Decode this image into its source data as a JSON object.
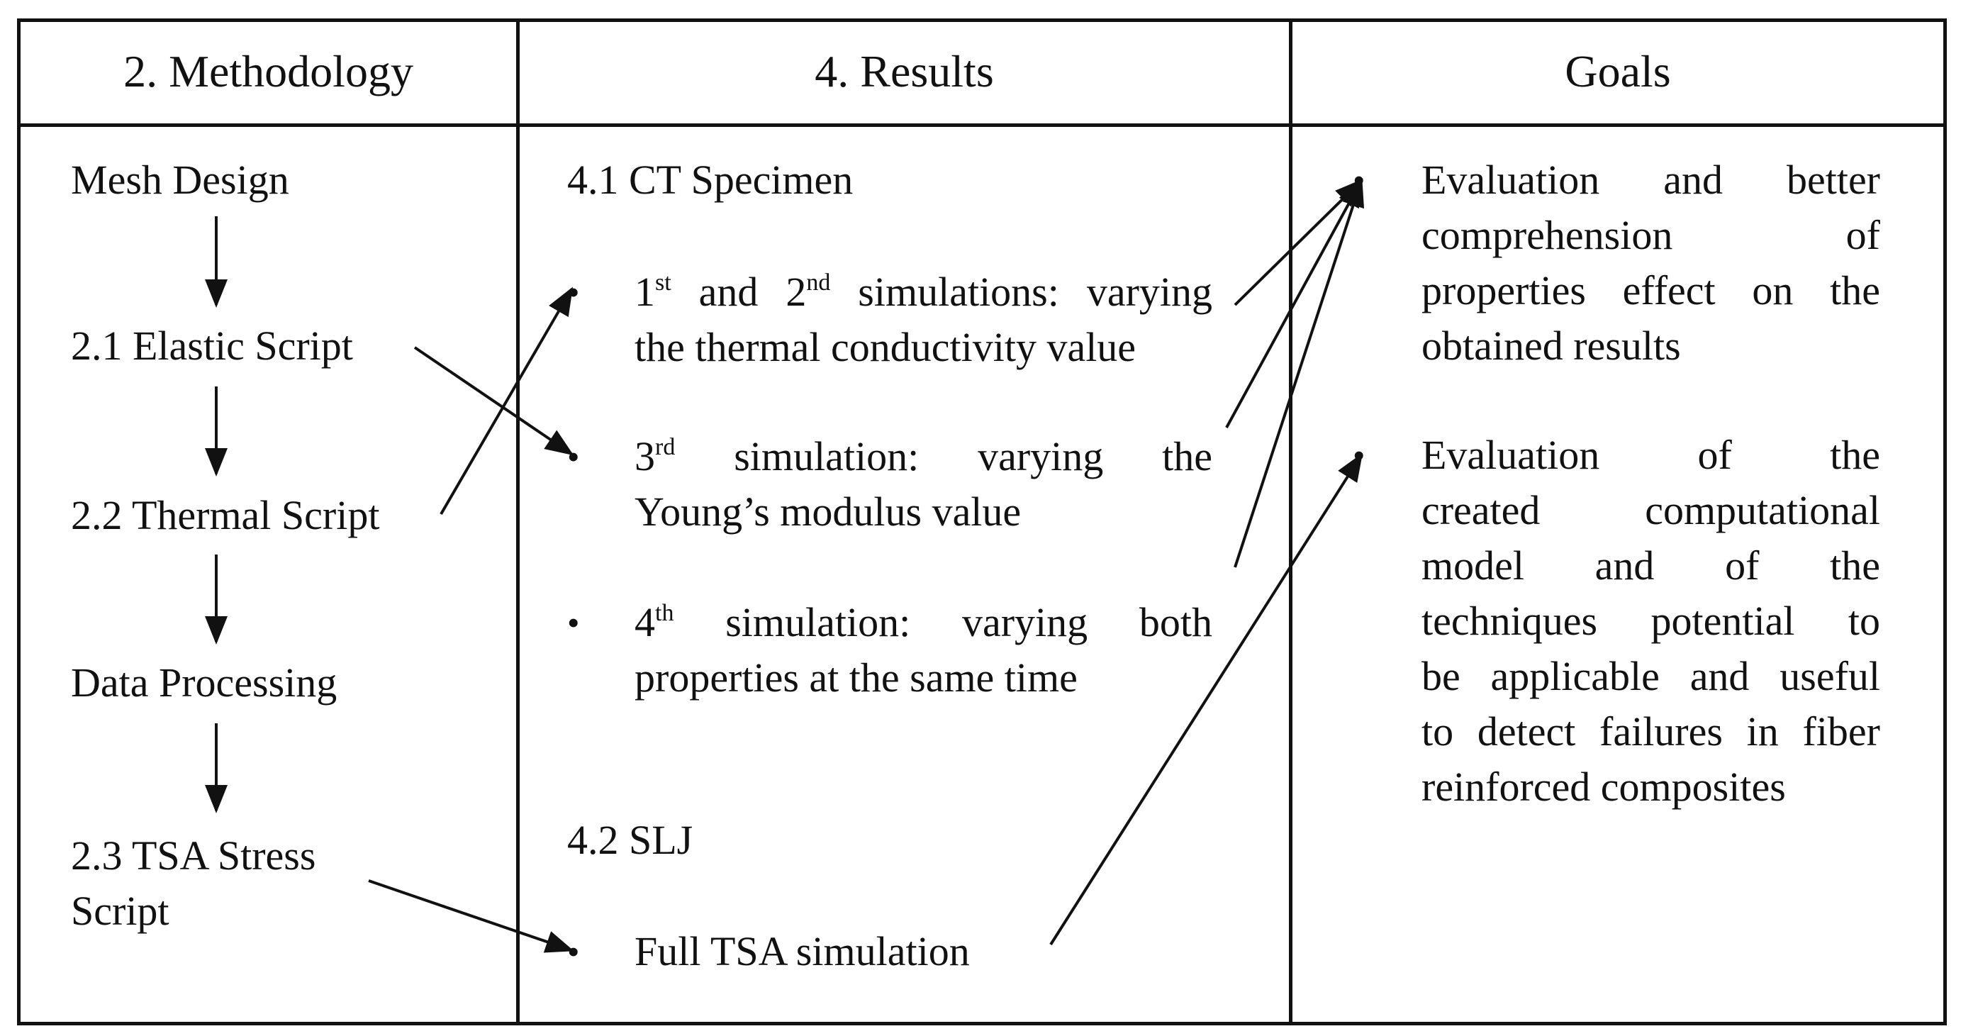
{
  "table": {
    "headers": [
      "2. Methodology",
      "4. Results",
      "Goals"
    ]
  },
  "methodology": {
    "steps": [
      {
        "label": "Mesh Design"
      },
      {
        "label": "2.1 Elastic Script"
      },
      {
        "label": "2.2 Thermal Script"
      },
      {
        "label": "Data Processing"
      },
      {
        "label": "2.3 TSA Stress",
        "label_line2": "Script"
      }
    ]
  },
  "results": {
    "section_ct": "4.1 CT Specimen",
    "items": [
      {
        "sup1": "st",
        "text1": " and 2",
        "sup2": "nd",
        "line1_rest": " simulations: varying",
        "line2": "the thermal conductivity value"
      },
      {
        "num": "3",
        "sup": "rd",
        "line1_rest": "simulation: varying the",
        "line2": "Young’s modulus value"
      },
      {
        "num": "4",
        "sup": "th",
        "line1_rest": "simulation: varying both",
        "line2": "properties at the same time"
      }
    ],
    "section_slj": "4.2 SLJ",
    "slj_item": "Full TSA simulation",
    "bullet_symbol": "•"
  },
  "goals": {
    "items": [
      {
        "lines": [
          "Evaluation and better",
          "comprehension of",
          "properties effect on the",
          "obtained results"
        ]
      },
      {
        "lines": [
          "Evaluation of the",
          "created computational",
          "model and of the",
          "techniques potential to",
          "be applicable and useful",
          "to detect failures in fiber",
          "reinforced composites"
        ]
      }
    ]
  }
}
